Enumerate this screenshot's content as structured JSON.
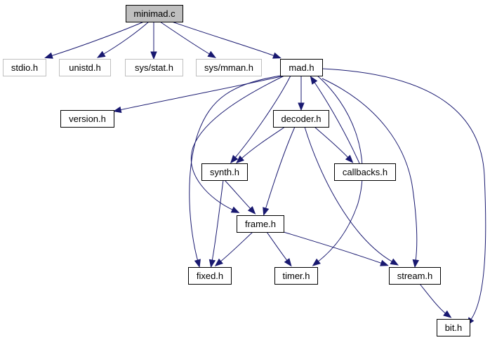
{
  "colors": {
    "edge": "#191970",
    "node_border": "#000000",
    "root_fill": "#bfbfbf",
    "missing_border": "#bfbfbf",
    "node_fill": "#ffffff"
  },
  "nodes": [
    {
      "id": "minimad_c",
      "label": "minimad.c",
      "kind": "root"
    },
    {
      "id": "stdio_h",
      "label": "stdio.h",
      "kind": "external"
    },
    {
      "id": "unistd_h",
      "label": "unistd.h",
      "kind": "external"
    },
    {
      "id": "sys_stat_h",
      "label": "sys/stat.h",
      "kind": "external"
    },
    {
      "id": "sys_mman_h",
      "label": "sys/mman.h",
      "kind": "external"
    },
    {
      "id": "mad_h",
      "label": "mad.h",
      "kind": "normal"
    },
    {
      "id": "version_h",
      "label": "version.h",
      "kind": "normal"
    },
    {
      "id": "decoder_h",
      "label": "decoder.h",
      "kind": "normal"
    },
    {
      "id": "synth_h",
      "label": "synth.h",
      "kind": "normal"
    },
    {
      "id": "callbacks_h",
      "label": "callbacks.h",
      "kind": "normal"
    },
    {
      "id": "frame_h",
      "label": "frame.h",
      "kind": "normal"
    },
    {
      "id": "fixed_h",
      "label": "fixed.h",
      "kind": "normal"
    },
    {
      "id": "timer_h",
      "label": "timer.h",
      "kind": "normal"
    },
    {
      "id": "stream_h",
      "label": "stream.h",
      "kind": "normal"
    },
    {
      "id": "bit_h",
      "label": "bit.h",
      "kind": "normal"
    }
  ],
  "edges": [
    {
      "from": "minimad_c",
      "to": "stdio_h"
    },
    {
      "from": "minimad_c",
      "to": "unistd_h"
    },
    {
      "from": "minimad_c",
      "to": "sys_stat_h"
    },
    {
      "from": "minimad_c",
      "to": "sys_mman_h"
    },
    {
      "from": "minimad_c",
      "to": "mad_h"
    },
    {
      "from": "mad_h",
      "to": "version_h"
    },
    {
      "from": "mad_h",
      "to": "decoder_h"
    },
    {
      "from": "mad_h",
      "to": "synth_h"
    },
    {
      "from": "mad_h",
      "to": "frame_h"
    },
    {
      "from": "mad_h",
      "to": "fixed_h"
    },
    {
      "from": "mad_h",
      "to": "timer_h"
    },
    {
      "from": "mad_h",
      "to": "stream_h"
    },
    {
      "from": "mad_h",
      "to": "bit_h"
    },
    {
      "from": "decoder_h",
      "to": "synth_h"
    },
    {
      "from": "decoder_h",
      "to": "callbacks_h"
    },
    {
      "from": "decoder_h",
      "to": "frame_h"
    },
    {
      "from": "decoder_h",
      "to": "stream_h"
    },
    {
      "from": "callbacks_h",
      "to": "mad_h"
    },
    {
      "from": "synth_h",
      "to": "frame_h"
    },
    {
      "from": "synth_h",
      "to": "fixed_h"
    },
    {
      "from": "frame_h",
      "to": "fixed_h"
    },
    {
      "from": "frame_h",
      "to": "timer_h"
    },
    {
      "from": "frame_h",
      "to": "stream_h"
    },
    {
      "from": "stream_h",
      "to": "bit_h"
    }
  ]
}
